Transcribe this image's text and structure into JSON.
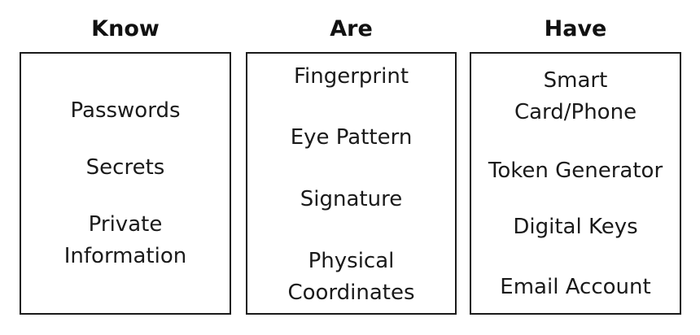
{
  "columns": [
    {
      "title": "Know",
      "items": [
        "Passwords",
        "Secrets",
        "Private\nInformation"
      ]
    },
    {
      "title": "Are",
      "items": [
        "Fingerprint",
        "Eye Pattern",
        "Signature",
        "Physical\nCoordinates"
      ]
    },
    {
      "title": "Have",
      "items": [
        "Smart\nCard/Phone",
        "Token Generator",
        "Digital Keys",
        "Email Account"
      ]
    }
  ]
}
